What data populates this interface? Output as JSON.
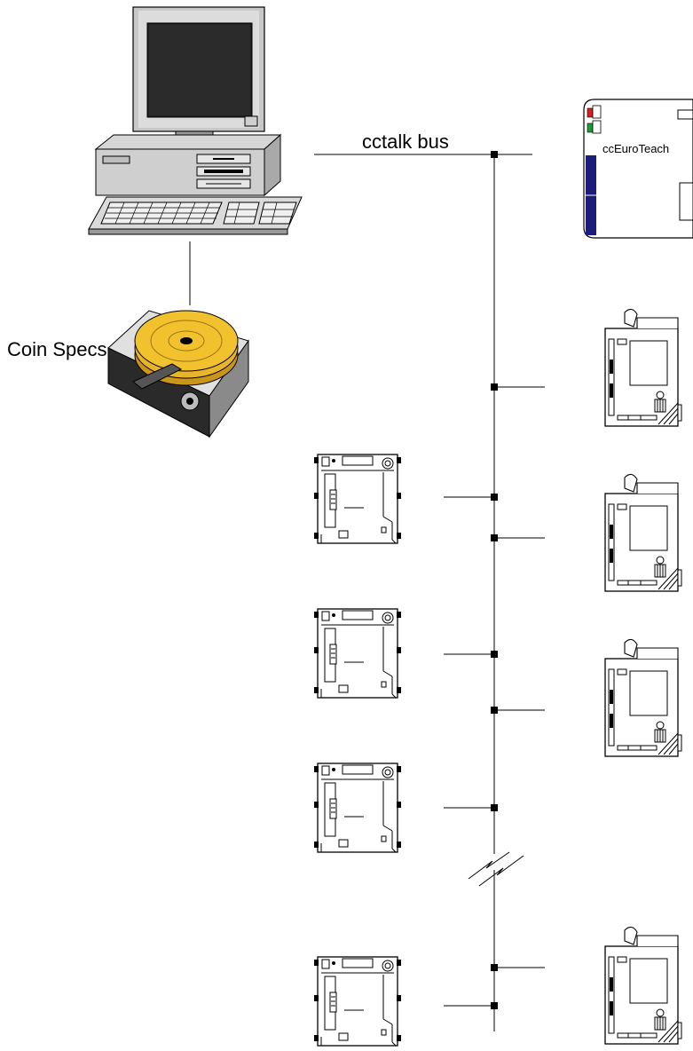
{
  "labels": {
    "bus": "cctalk bus",
    "teacher": "ccEuroTeach",
    "specs": "Coin Specs"
  },
  "icons": {
    "computer": "desktop-computer-icon",
    "disk": "hard-disk-icon",
    "teacher": "cceuroteach-unit-icon",
    "acceptor": "coin-acceptor-icon",
    "break": "bus-break-symbol"
  },
  "colors": {
    "disk_gold": "#f2c12e",
    "teacher_blue": "#1c1c7a",
    "led_red": "#d42020",
    "led_green": "#1f9a3a",
    "line": "#000000"
  }
}
